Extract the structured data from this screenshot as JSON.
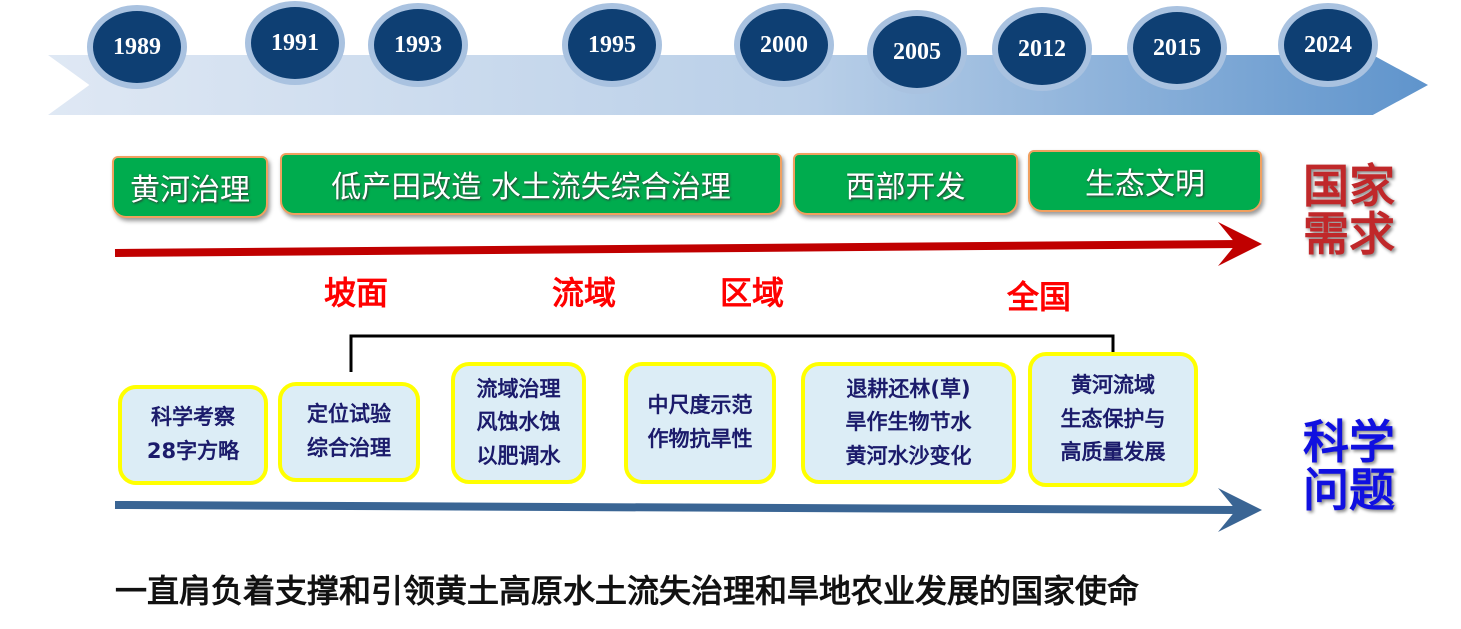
{
  "years": [
    "1989",
    "1991",
    "1993",
    "1995",
    "2000",
    "2005",
    "2012",
    "2015",
    "2024"
  ],
  "national_needs": [
    "黄河治理",
    "低产田改造 水土流失综合治理",
    "西部开发",
    "生态文明"
  ],
  "scales": [
    "坡面",
    "流域",
    "区域",
    "全国"
  ],
  "science_topics": [
    {
      "lines": [
        "科学考察",
        "28字方略"
      ]
    },
    {
      "lines": [
        "定位试验",
        "综合治理"
      ]
    },
    {
      "lines": [
        "流域治理",
        "风蚀水蚀",
        "以肥调水"
      ]
    },
    {
      "lines": [
        "中尺度示范",
        "作物抗旱性"
      ]
    },
    {
      "lines": [
        "退耕还林(草)",
        "旱作生物节水",
        "黄河水沙变化"
      ]
    },
    {
      "lines": [
        "黄河流域",
        "生态保护与",
        "高质量发展"
      ]
    }
  ],
  "side_labels": {
    "top": "国家需求",
    "bottom": "科学问题"
  },
  "mission": "一直肩负着支撑和引领黄土高原水土流失治理和旱地农业发展的国家使命",
  "colors": {
    "needs_arrow": "#c00000",
    "science_arrow": "#3a6594",
    "banner": "#00ac4e",
    "year_circle": "#0e3f73"
  }
}
